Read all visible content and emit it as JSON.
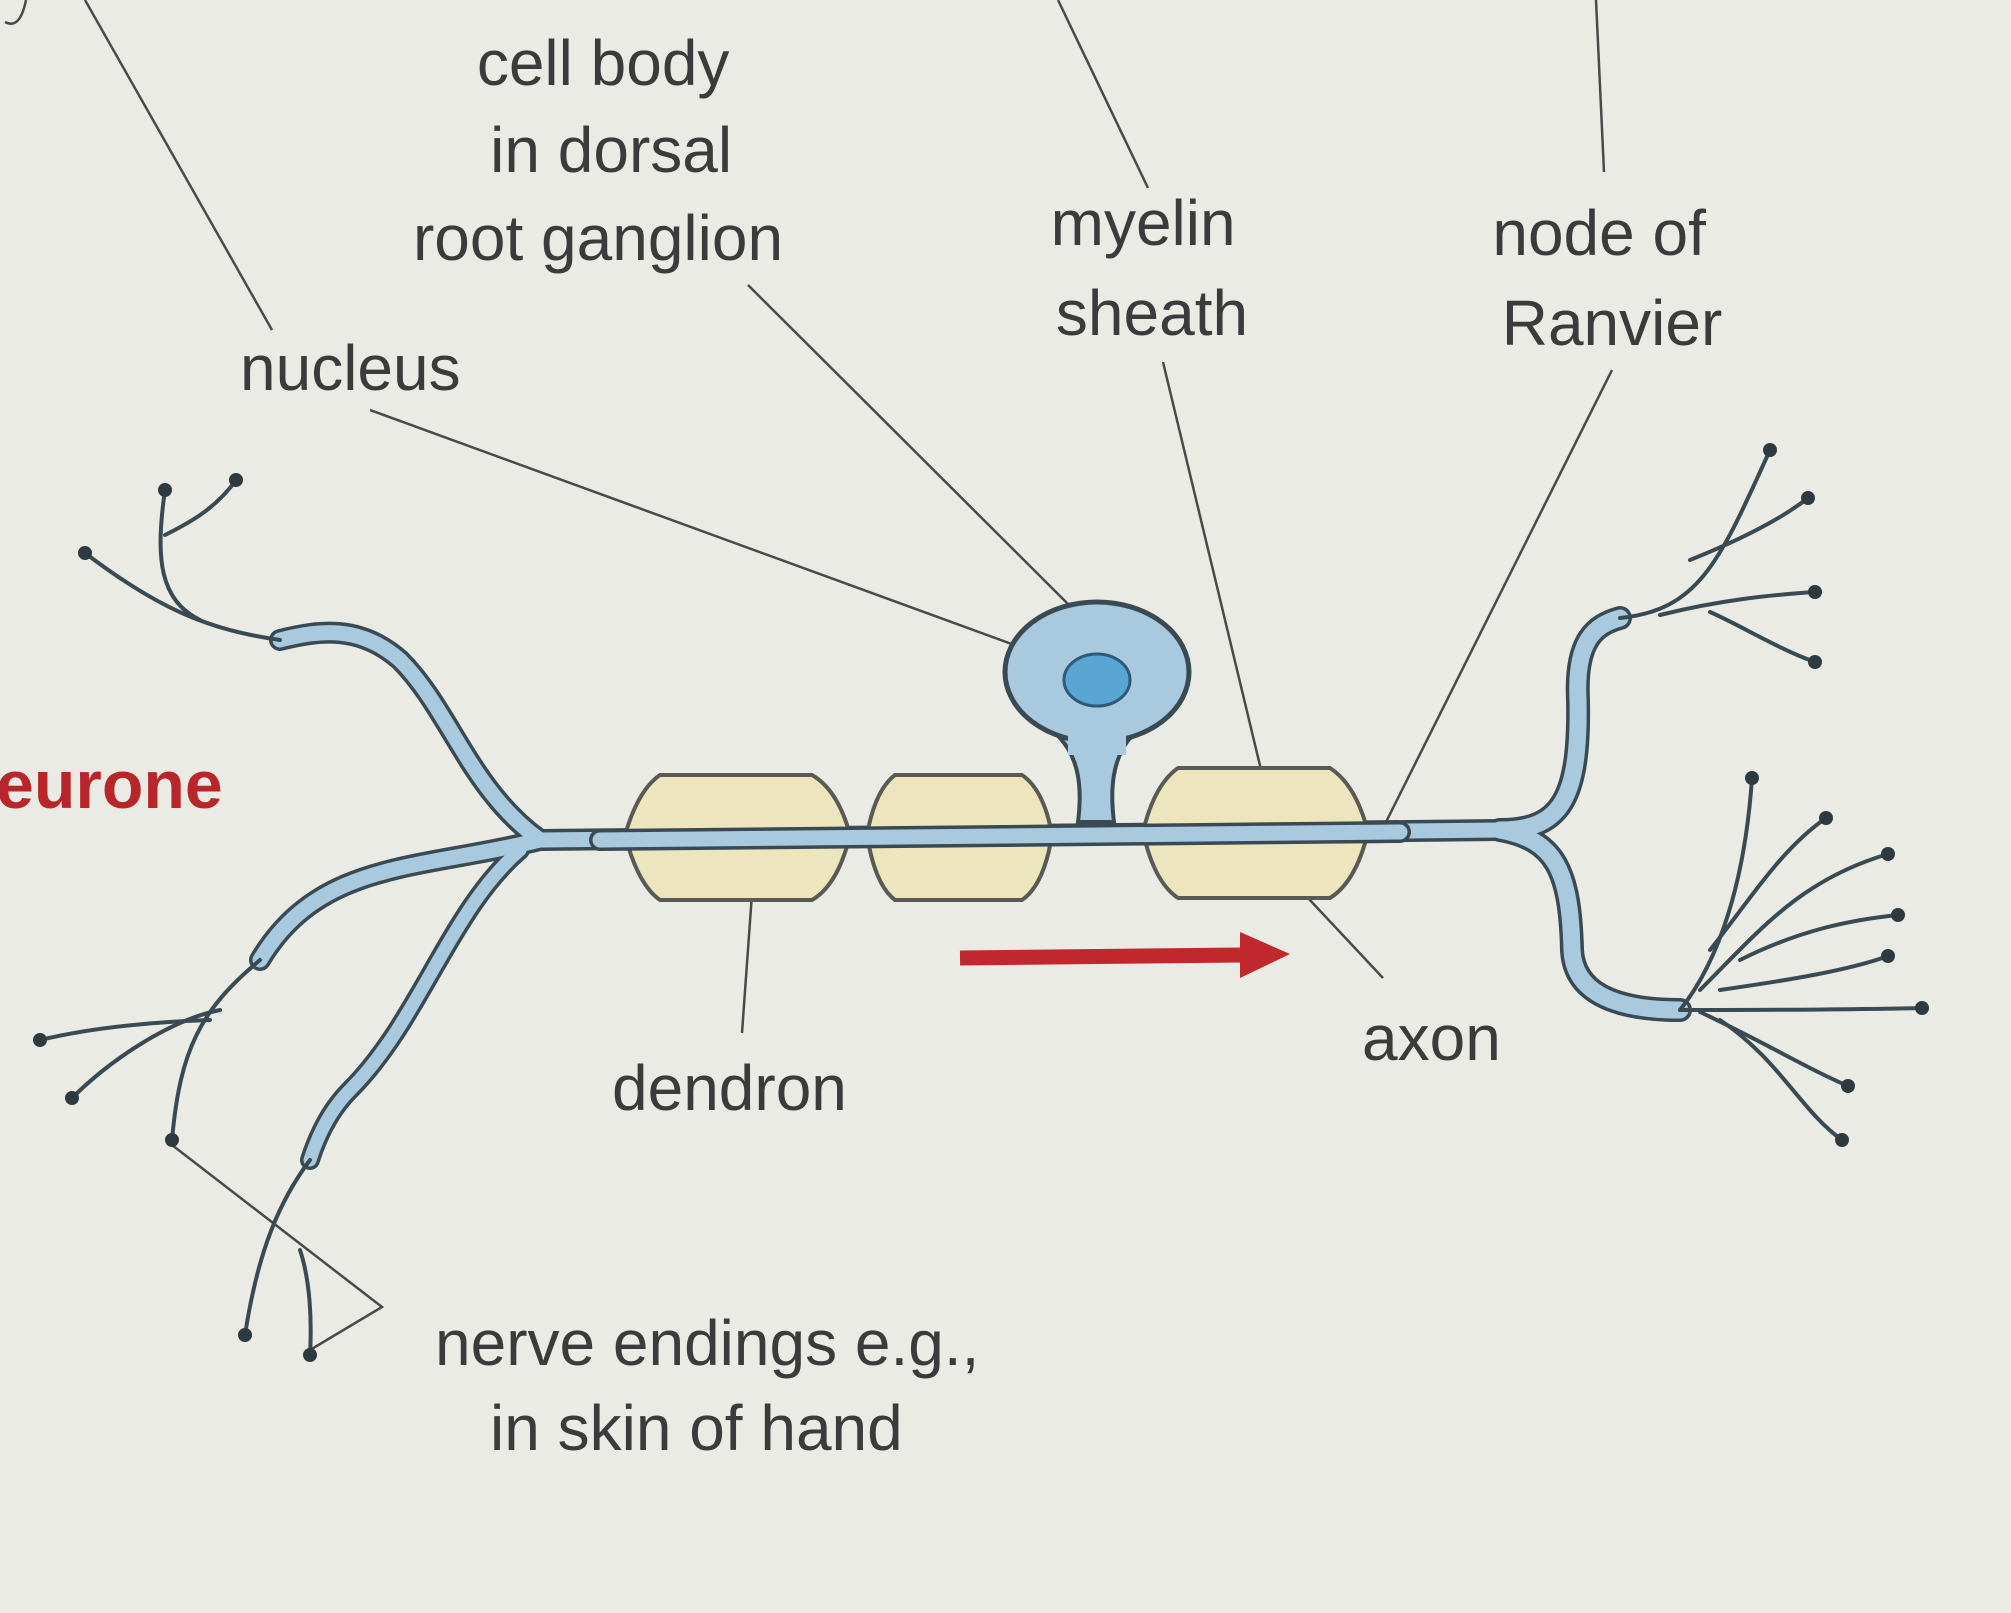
{
  "diagram": {
    "title_fragment": "eurone",
    "labels": {
      "cell_body": [
        "cell body",
        "in dorsal",
        "root ganglion"
      ],
      "nucleus": "nucleus",
      "myelin_sheath": [
        "myelin",
        "sheath"
      ],
      "node_of_ranvier": [
        "node of",
        "Ranvier"
      ],
      "dendron": "dendron",
      "axon": "axon",
      "nerve_endings": [
        "nerve endings e.g.,",
        "in skin of hand"
      ]
    },
    "colors": {
      "background": "#ebebe6",
      "neuron_fill": "#a9c9df",
      "neuron_outline": "#3a4a52",
      "nucleus_fill": "#5aa6d2",
      "myelin_fill": "#ece5bd",
      "arrow": "#c0282d",
      "title": "#b8262b",
      "text": "#3b3b3b"
    }
  }
}
